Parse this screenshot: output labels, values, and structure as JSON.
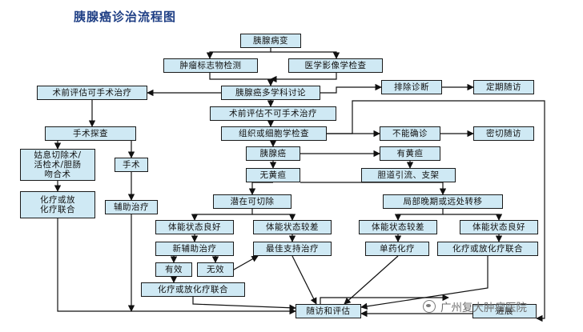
{
  "title": "胰腺癌诊治流程图",
  "watermark": "广州复大肿瘤医院",
  "nodes": [
    {
      "id": "n1",
      "label": "胰腺病变"
    },
    {
      "id": "n2",
      "label": "肿瘤标志物检测"
    },
    {
      "id": "n3",
      "label": "医学影像学检查"
    },
    {
      "id": "n4",
      "label": "胰腺癌多学科讨论"
    },
    {
      "id": "n5",
      "label": "术前评估可手术治疗"
    },
    {
      "id": "n6",
      "label": "排除诊断"
    },
    {
      "id": "n7",
      "label": "定期随访"
    },
    {
      "id": "n8",
      "label": "术前评估不可手术治疗"
    },
    {
      "id": "n9",
      "label": "手术探查"
    },
    {
      "id": "n10",
      "label": "组织或细胞学检查"
    },
    {
      "id": "n11",
      "label": "不能确诊"
    },
    {
      "id": "n12",
      "label": "密切随访"
    },
    {
      "id": "n13",
      "label": "胰腺癌"
    },
    {
      "id": "n14",
      "label": "有黄疸"
    },
    {
      "id": "n15",
      "label": "姑息切除术/\n活检术/胆肠\n吻合术"
    },
    {
      "id": "n16",
      "label": "手术"
    },
    {
      "id": "n17",
      "label": "无黄疸"
    },
    {
      "id": "n18",
      "label": "胆道引流、支架"
    },
    {
      "id": "n19",
      "label": "化疗或放\n化疗联合"
    },
    {
      "id": "n20",
      "label": "辅助治疗"
    },
    {
      "id": "n21",
      "label": "潜在可切除"
    },
    {
      "id": "n22",
      "label": "局部晚期或远处转移"
    },
    {
      "id": "n23",
      "label": "体能状态良好"
    },
    {
      "id": "n24",
      "label": "体能状态较差"
    },
    {
      "id": "n25",
      "label": "体能状态较差"
    },
    {
      "id": "n26",
      "label": "体能状态良好"
    },
    {
      "id": "n27",
      "label": "新辅助治疗"
    },
    {
      "id": "n28",
      "label": "最佳支持治疗"
    },
    {
      "id": "n29",
      "label": "单药化疗"
    },
    {
      "id": "n30",
      "label": "化疗或放化疗联合"
    },
    {
      "id": "n31",
      "label": "有效"
    },
    {
      "id": "n32",
      "label": "无效"
    },
    {
      "id": "n33",
      "label": "化疗或放化疗联合"
    },
    {
      "id": "n34",
      "label": "随访和评估"
    },
    {
      "id": "n35",
      "label": "进展"
    }
  ]
}
